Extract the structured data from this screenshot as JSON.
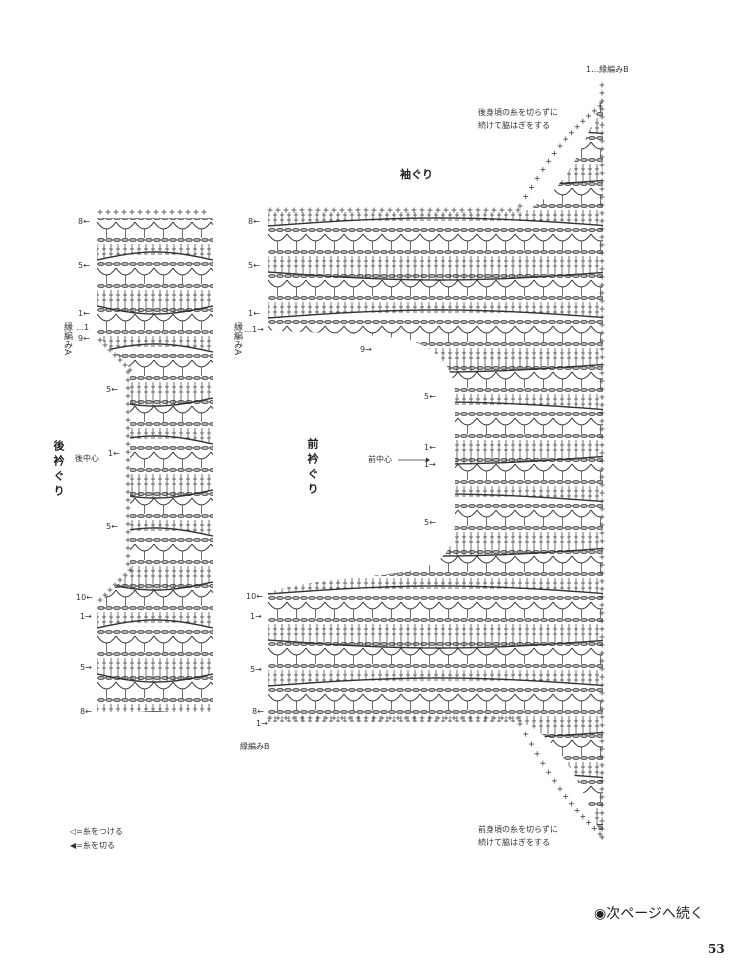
{
  "top_right": {
    "edging_b": "1…縁編みB",
    "note_line1": "後身頃の糸を切らずに",
    "note_line2": "続けて脇はぎをする"
  },
  "armhole_title": "袖ぐり",
  "back_neck_title": "後衿ぐり",
  "front_neck_title": "前衿ぐり",
  "back_piece": {
    "rows": [
      {
        "text": "8←"
      },
      {
        "text": "5←"
      },
      {
        "text": "1←"
      },
      {
        "text": "…1"
      },
      {
        "text": "9←"
      },
      {
        "text": "5←"
      },
      {
        "text": "1←"
      },
      {
        "text": "5←"
      },
      {
        "text": "10←"
      },
      {
        "text": "1→"
      },
      {
        "text": "5→"
      },
      {
        "text": "8←"
      }
    ],
    "edging_a": "縁編みA",
    "center": "後中心"
  },
  "front_piece": {
    "rows": [
      {
        "text": "8←"
      },
      {
        "text": "5←"
      },
      {
        "text": "1←"
      },
      {
        "text": "…1→"
      },
      {
        "text": "9→"
      },
      {
        "text": "5←"
      },
      {
        "text": "1←"
      },
      {
        "text": "1→"
      },
      {
        "text": "5←"
      },
      {
        "text": "10←"
      },
      {
        "text": "1→"
      },
      {
        "text": "5→"
      },
      {
        "text": "8←"
      },
      {
        "text": "1→"
      }
    ],
    "edging_a": "縁編みA",
    "edging_b": "縁編みB",
    "center": "前中心"
  },
  "bottom_right": {
    "note_line1": "前身頃の糸を切らずに",
    "note_line2": "続けて脇はぎをする"
  },
  "legend": [
    {
      "symbol": "◁",
      "text": "=糸をつける"
    },
    {
      "symbol": "◀",
      "text": "=糸を切る"
    }
  ],
  "continue_text": "◉次ページへ続く",
  "page_number": "53",
  "colors": {
    "ink": "#333333",
    "paper": "#ffffff"
  }
}
